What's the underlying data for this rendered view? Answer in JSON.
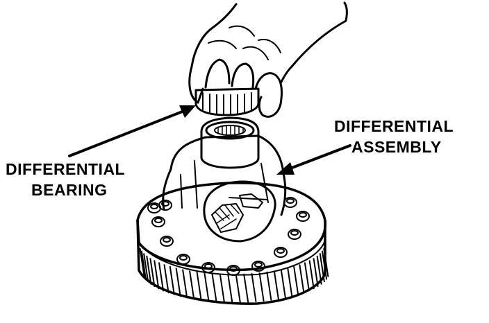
{
  "labels": {
    "bearing": {
      "line1": "DIFFERENTIAL",
      "line2": "BEARING"
    },
    "assembly": {
      "line1": "DIFFERENTIAL",
      "line2": "ASSEMBLY"
    }
  },
  "colors": {
    "ink": "#000000",
    "paper": "#ffffff"
  }
}
